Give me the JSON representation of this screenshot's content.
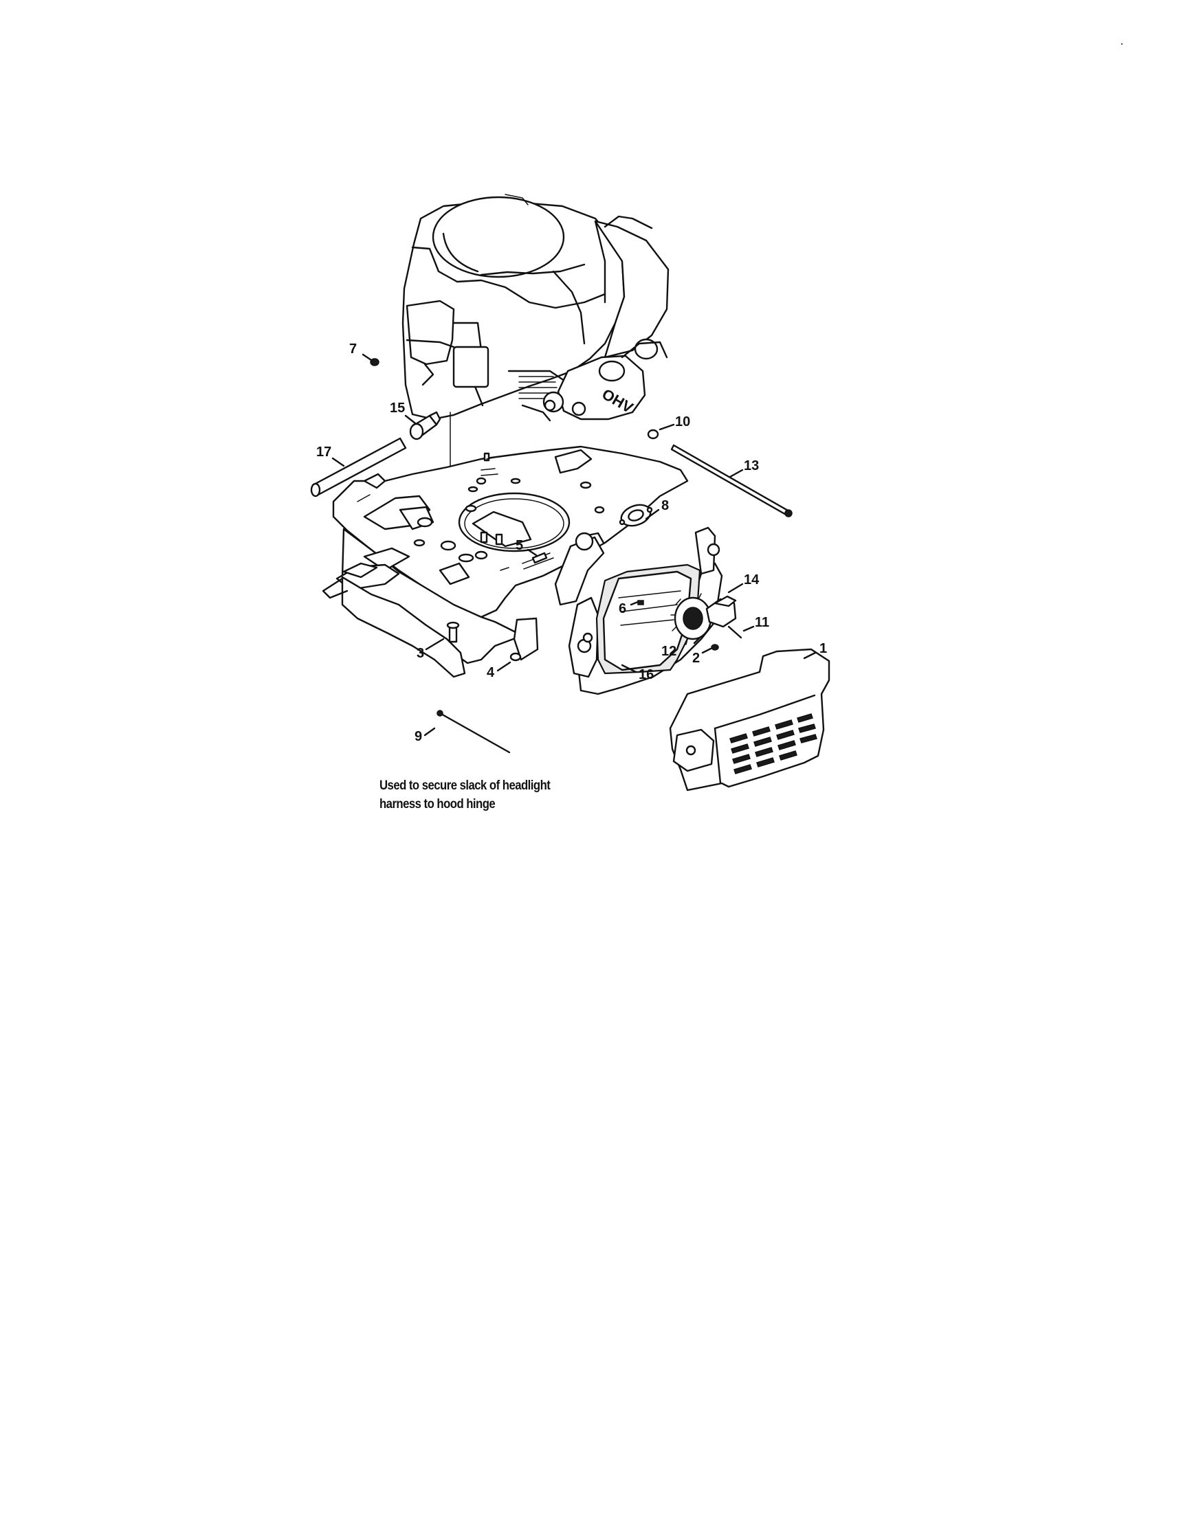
{
  "diagram": {
    "callouts": {
      "c1": "1",
      "c2": "2",
      "c3": "3",
      "c4": "4",
      "c5": "5",
      "c6": "6",
      "c7": "7",
      "c8": "8",
      "c9": "9",
      "c10": "10",
      "c11": "11",
      "c12": "12",
      "c13": "13",
      "c14": "14",
      "c15": "15",
      "c16": "16",
      "c17": "17"
    },
    "engine_badge": "OHV",
    "note_lines": [
      "Used to secure slack of headlight",
      "harness to hood hinge"
    ]
  }
}
